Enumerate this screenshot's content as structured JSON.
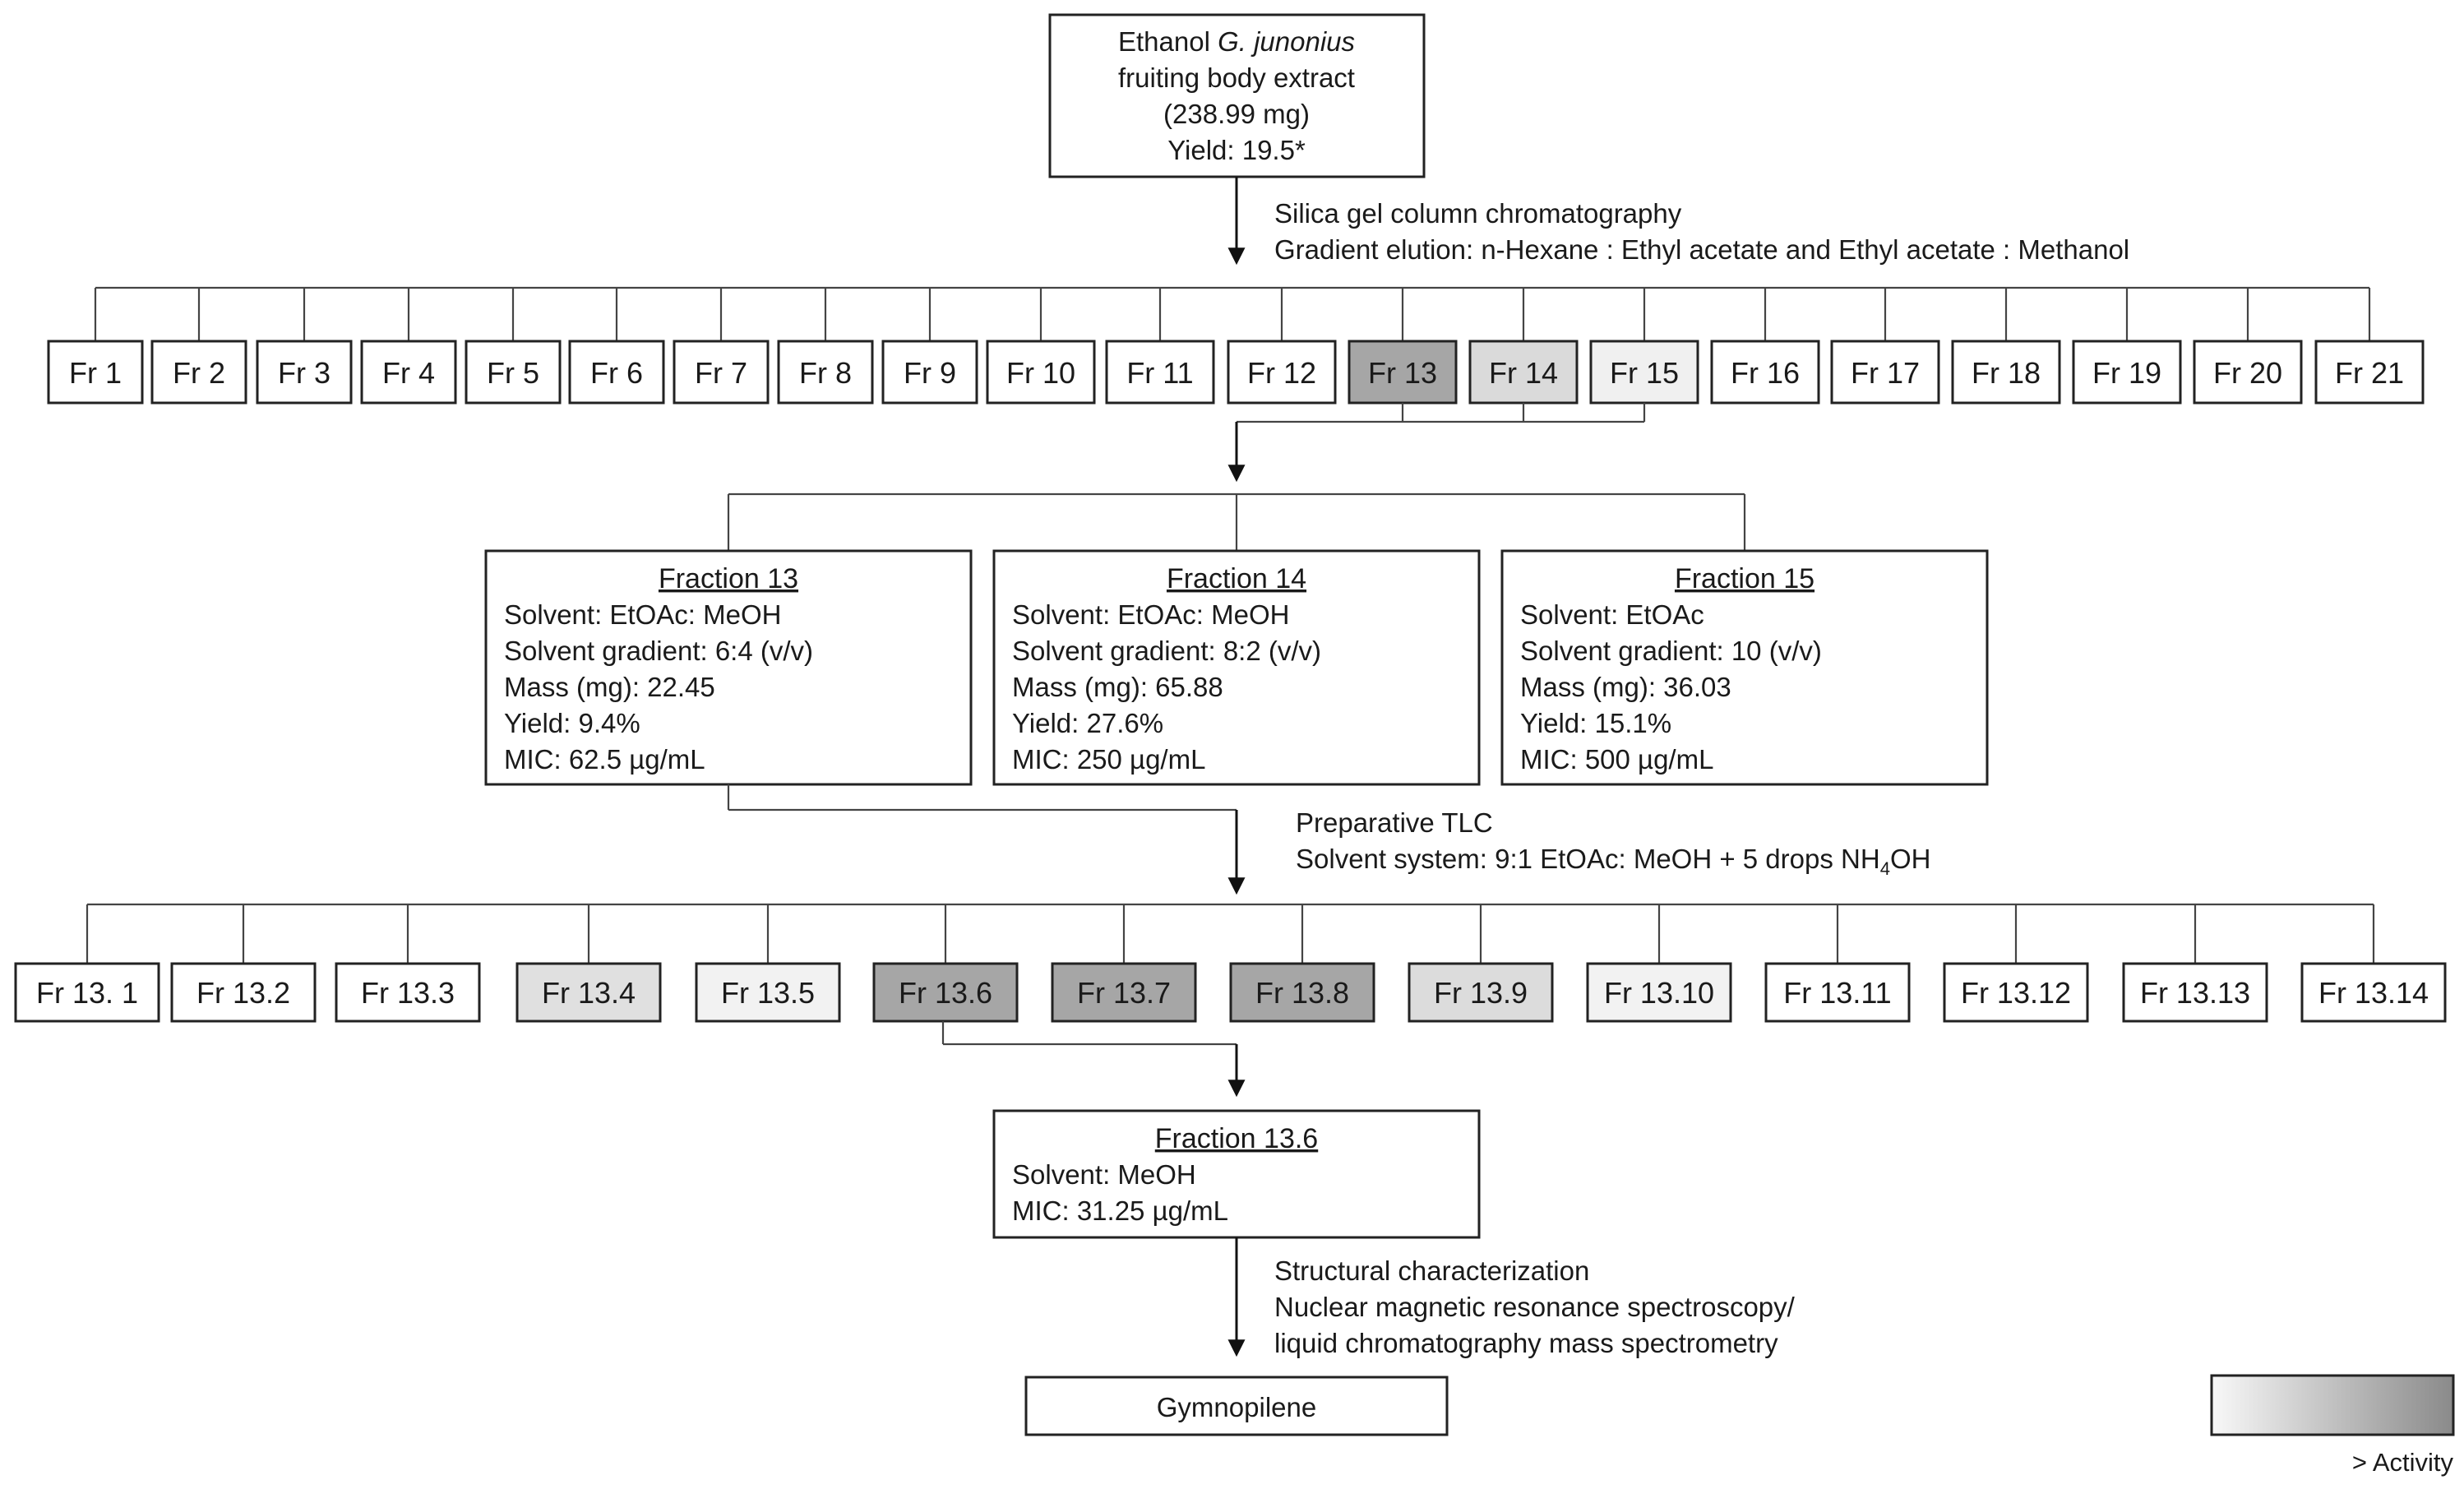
{
  "root_box": {
    "line1_prefix": "Ethanol ",
    "line1_italic": "G. junonius",
    "line2": "fruiting body extract",
    "line3": "(238.99 mg)",
    "line4": "Yield: 19.5*"
  },
  "step1": {
    "line1": "Silica gel column chromatography",
    "line2": "Gradient elution:  n-Hexane : Ethyl acetate and Ethyl acetate : Methanol"
  },
  "fractions_row1": [
    {
      "label": "Fr 1",
      "fill": "#ffffff"
    },
    {
      "label": "Fr 2",
      "fill": "#ffffff"
    },
    {
      "label": "Fr 3",
      "fill": "#ffffff"
    },
    {
      "label": "Fr 4",
      "fill": "#ffffff"
    },
    {
      "label": "Fr 5",
      "fill": "#ffffff"
    },
    {
      "label": "Fr 6",
      "fill": "#ffffff"
    },
    {
      "label": "Fr 7",
      "fill": "#ffffff"
    },
    {
      "label": "Fr 8",
      "fill": "#ffffff"
    },
    {
      "label": "Fr 9",
      "fill": "#ffffff"
    },
    {
      "label": "Fr 10",
      "fill": "#ffffff"
    },
    {
      "label": "Fr 11",
      "fill": "#ffffff"
    },
    {
      "label": "Fr 12",
      "fill": "#ffffff"
    },
    {
      "label": "Fr 13",
      "fill": "#a6a6a6"
    },
    {
      "label": "Fr 14",
      "fill": "#dadada"
    },
    {
      "label": "Fr 15",
      "fill": "#f0f0f0"
    },
    {
      "label": "Fr 16",
      "fill": "#ffffff"
    },
    {
      "label": "Fr 17",
      "fill": "#ffffff"
    },
    {
      "label": "Fr 18",
      "fill": "#ffffff"
    },
    {
      "label": "Fr 19",
      "fill": "#ffffff"
    },
    {
      "label": "Fr 20",
      "fill": "#ffffff"
    },
    {
      "label": "Fr 21",
      "fill": "#ffffff"
    }
  ],
  "detail_boxes": [
    {
      "title": "Fraction 13",
      "lines": [
        "Solvent: EtOAc: MeOH",
        "Solvent gradient: 6:4 (v/v)",
        "Mass (mg): 22.45",
        "Yield: 9.4%",
        "MIC: 62.5 µg/mL"
      ]
    },
    {
      "title": "Fraction 14",
      "lines": [
        "Solvent: EtOAc: MeOH",
        "Solvent gradient: 8:2 (v/v)",
        "Mass (mg): 65.88",
        "Yield: 27.6%",
        "MIC: 250 µg/mL"
      ]
    },
    {
      "title": "Fraction 15",
      "lines": [
        "Solvent: EtOAc",
        "Solvent gradient: 10 (v/v)",
        "Mass (mg): 36.03",
        "Yield: 15.1%",
        "MIC: 500 µg/mL"
      ]
    }
  ],
  "step2": {
    "line1": "Preparative TLC",
    "line2_prefix": "Solvent system: 9:1 EtOAc: MeOH + 5 drops NH",
    "line2_sub": "4",
    "line2_suffix": "OH"
  },
  "fractions_row2": [
    {
      "label": "Fr 13. 1",
      "fill": "#ffffff"
    },
    {
      "label": "Fr 13.2",
      "fill": "#ffffff"
    },
    {
      "label": "Fr 13.3",
      "fill": "#ffffff"
    },
    {
      "label": "Fr 13.4",
      "fill": "#e0e0e0"
    },
    {
      "label": "Fr 13.5",
      "fill": "#f2f2f2"
    },
    {
      "label": "Fr 13.6",
      "fill": "#a6a6a6"
    },
    {
      "label": "Fr 13.7",
      "fill": "#a6a6a6"
    },
    {
      "label": "Fr 13.8",
      "fill": "#a6a6a6"
    },
    {
      "label": "Fr 13.9",
      "fill": "#dcdcdc"
    },
    {
      "label": "Fr 13.10",
      "fill": "#f2f2f2"
    },
    {
      "label": "Fr 13.11",
      "fill": "#ffffff"
    },
    {
      "label": "Fr 13.12",
      "fill": "#ffffff"
    },
    {
      "label": "Fr 13.13",
      "fill": "#ffffff"
    },
    {
      "label": "Fr 13.14",
      "fill": "#ffffff"
    }
  ],
  "final_box": {
    "title": "Fraction 13.6",
    "lines": [
      "Solvent: MeOH",
      "MIC: 31.25 µg/mL"
    ]
  },
  "step3": {
    "line1": "Structural characterization",
    "line2": "Nuclear magnetic resonance spectroscopy/",
    "line3": "liquid chromatography mass spectrometry"
  },
  "result_box": {
    "label": "Gymnopilene"
  },
  "legend": {
    "label": "> Activity",
    "gradient_start": "#f8f8f8",
    "gradient_end": "#8a8a8a"
  }
}
